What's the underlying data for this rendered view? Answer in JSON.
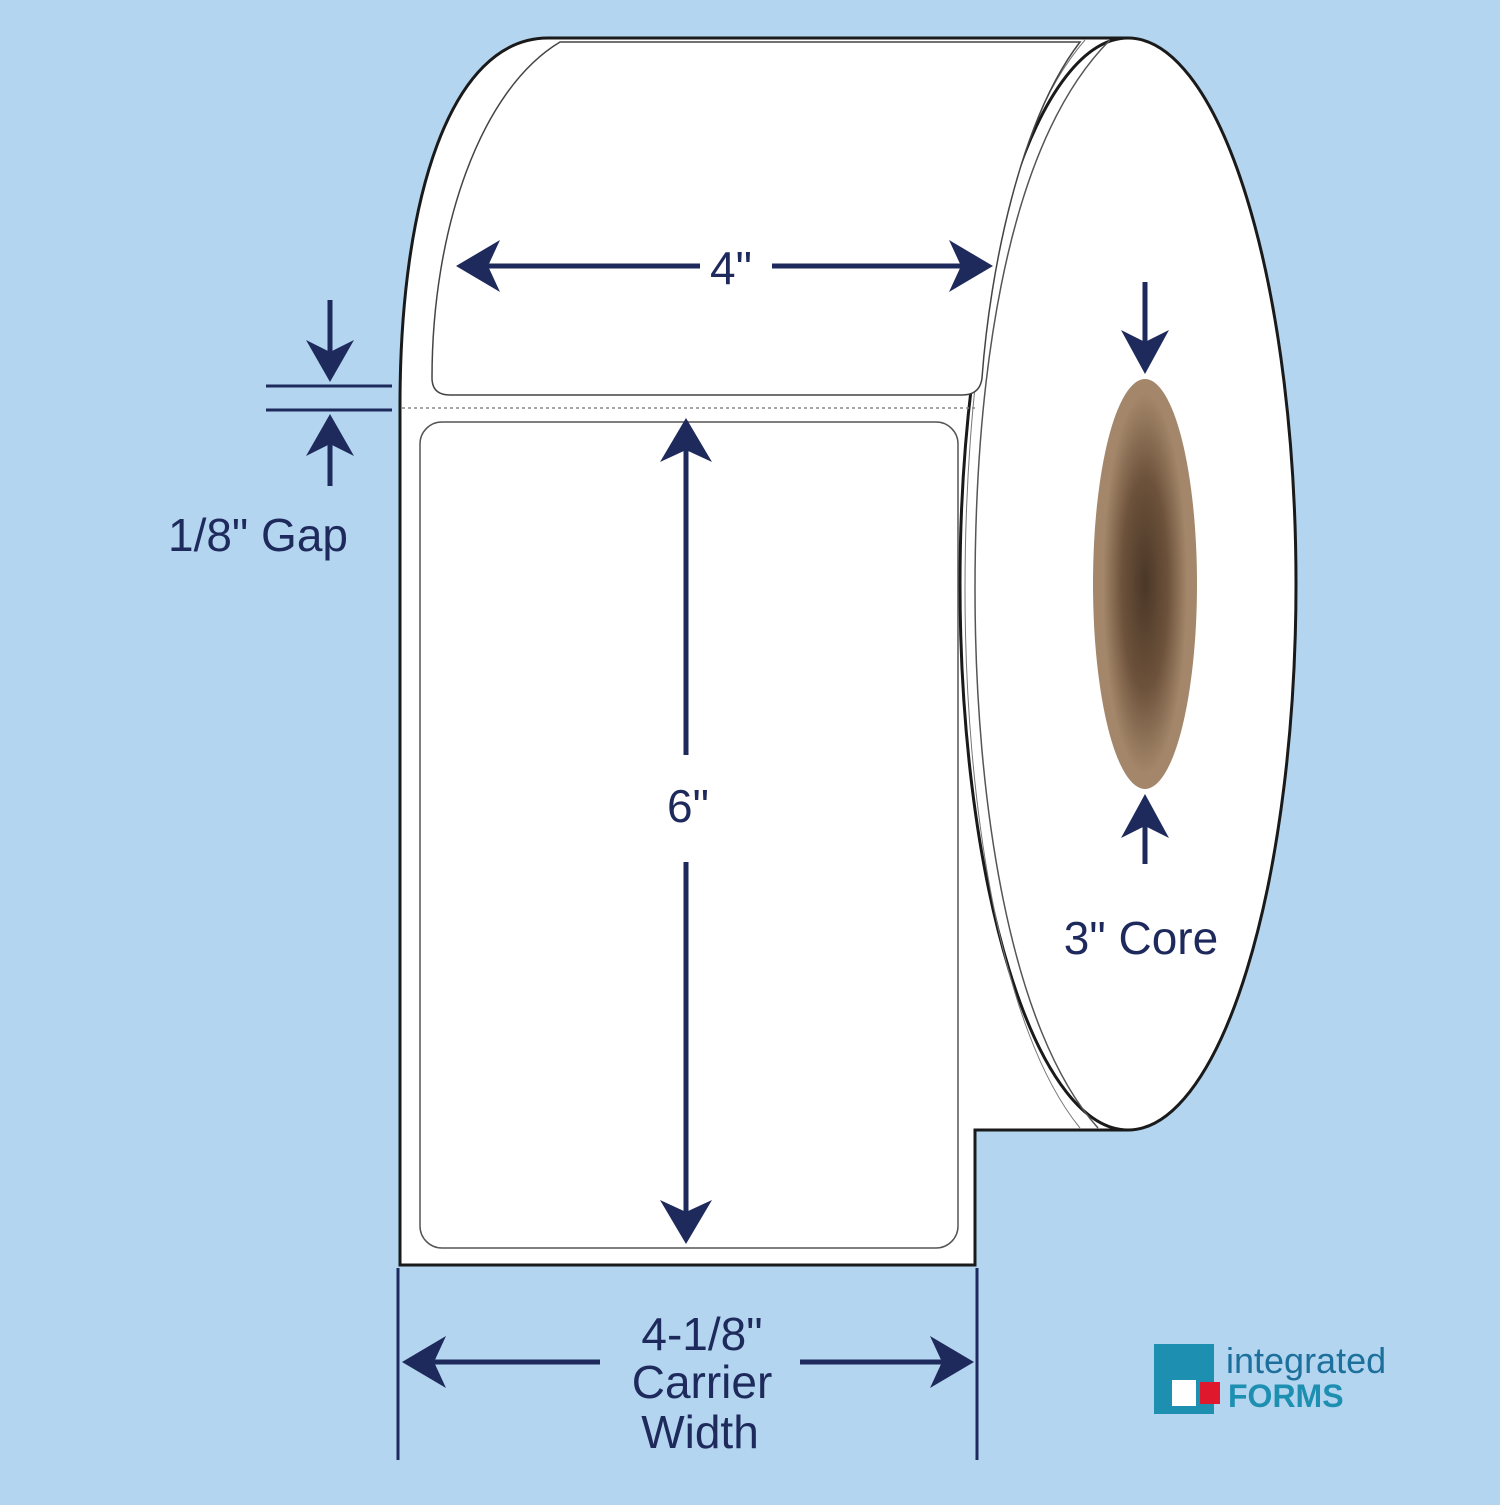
{
  "colors": {
    "background": "#b3d5ef",
    "dimension_navy": "#1f2a5c",
    "label_white": "#ffffff",
    "outline": "#1a1a1a",
    "core_brown_light": "#a4876a",
    "core_brown_dark": "#4a3727",
    "logo_teal": "#1d8fb0",
    "logo_red": "#e0182d",
    "logo_blue": "#1d6f9c"
  },
  "dimensions": {
    "label_width": "4\"",
    "label_height": "6\"",
    "gap": "1/8\" Gap",
    "core": "3\" Core",
    "carrier_width_line1": "4-1/8\"",
    "carrier_width_line2": "Carrier",
    "carrier_width_line3": "Width"
  },
  "logo": {
    "word_top": "integrated",
    "word_bottom": "FORMS"
  }
}
